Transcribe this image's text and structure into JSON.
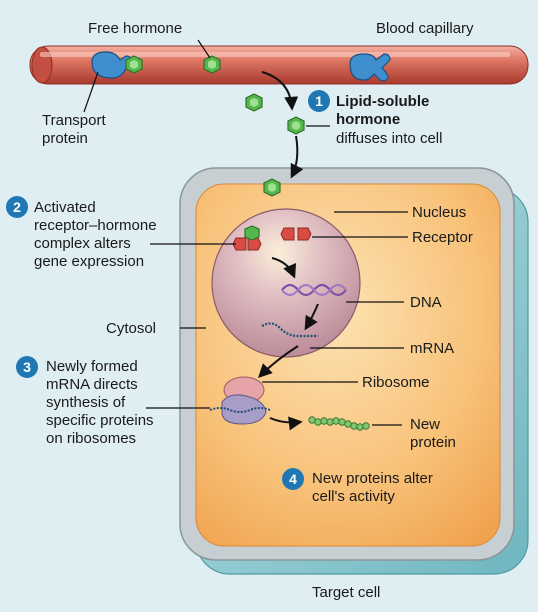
{
  "labels": {
    "free_hormone": "Free hormone",
    "blood_capillary": "Blood capillary",
    "transport_protein": "Transport\nprotein",
    "step1_bold": "Lipid-soluble\nhormone",
    "step1_rest": "diffuses into cell",
    "step2": "Activated\nreceptor–hormone\ncomplex alters\ngene expression",
    "nucleus": "Nucleus",
    "receptor": "Receptor",
    "dna": "DNA",
    "cytosol": "Cytosol",
    "mrna": "mRNA",
    "step3": "Newly formed\nmRNA directs\nsynthesis of\nspecific proteins\non ribosomes",
    "ribosome": "Ribosome",
    "new_protein": "New\nprotein",
    "step4": "New proteins alter\ncell's activity",
    "target_cell": "Target cell"
  },
  "steps": {
    "s1": "1",
    "s2": "2",
    "s3": "3",
    "s4": "4"
  },
  "colors": {
    "capillary": "#d9614f",
    "capillary_light": "#f2a89b",
    "cell_outer": "#8cc9cf",
    "cell_membrane": "#a9b6bb",
    "cytosol": "#f6b863",
    "nucleus": "#c99aa7",
    "hormone": "#56b84c",
    "receptor": "#d94c44",
    "step_badge": "#1f78b4",
    "dna": "#7b4fa6"
  },
  "icons": [
    "hormone-icon",
    "transport-protein-icon",
    "receptor-icon",
    "ribosome-icon"
  ]
}
